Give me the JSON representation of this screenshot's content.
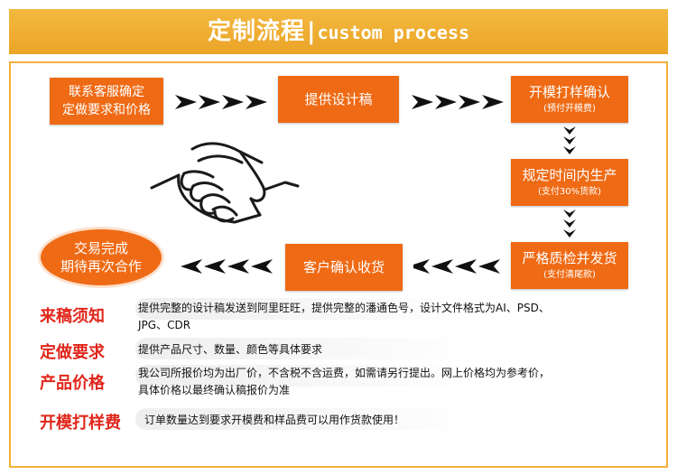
{
  "banner": {
    "title_cn": "定制流程",
    "separator": "|",
    "title_en": "custom process"
  },
  "steps": {
    "contact": {
      "line1": "联系客服确定",
      "line2": "定做要求和价格"
    },
    "design": {
      "label": "提供设计稿"
    },
    "sample": {
      "label": "开模打样确认",
      "note": "(预付开模费)"
    },
    "produce": {
      "label": "规定时间内生产",
      "note": "(支付30%货款)"
    },
    "ship": {
      "label": "严格质检并发货",
      "note": "(支付清尾款)"
    },
    "receive": {
      "label": "客户确认收货"
    },
    "done": {
      "line1": "交易完成",
      "line2": "期待再次合作"
    }
  },
  "notes": [
    {
      "label": "来稿须知",
      "lines": [
        "提供完整的设计稿发送到阿里旺旺，提供完整的潘通色号，设计文件格式为AI、PSD、",
        "JPG、CDR"
      ]
    },
    {
      "label": "定做要求",
      "lines": [
        "提供产品尺寸、数量、颜色等具体要求"
      ]
    },
    {
      "label": "产品价格",
      "lines": [
        "我公司所报价均为出厂价，不含税不含运费，如需请另行提出。网上价格均为参考价，",
        "具体价格以最终确认稿报价为准"
      ]
    },
    {
      "label": "开模打样费",
      "lines": [
        "订单数量达到要求开模费和样品费可以用作货款使用！"
      ]
    }
  ],
  "colors": {
    "banner": "#eeaa30",
    "step": "#ef6a14",
    "label": "#e0261b",
    "arrow": "#111111",
    "frame": "#f1b13a"
  },
  "icons": [
    "right-arrows-icon",
    "down-arrows-icon",
    "left-arrows-icon",
    "handshake-icon"
  ]
}
